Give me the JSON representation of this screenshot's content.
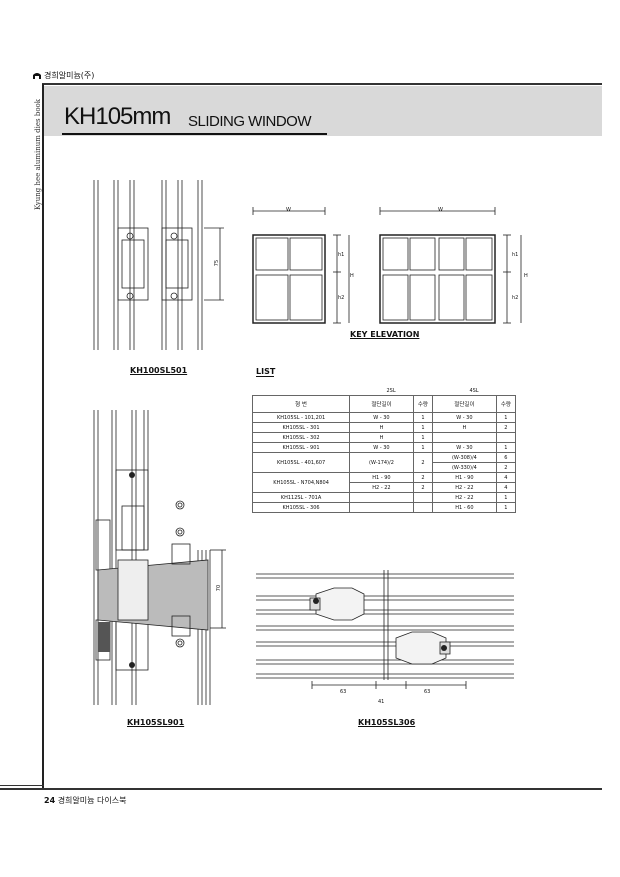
{
  "brand": {
    "name": "경희알미늄(주)"
  },
  "side_text": "Kyung hee aluminum dies book",
  "title": {
    "main": "KH105mm",
    "sub": "SLIDING WINDOW"
  },
  "figures": {
    "kh100sl501": {
      "caption": "KH100SL501",
      "dim": "75"
    },
    "kh105sl901": {
      "caption": "KH105SL901",
      "dim": "70"
    },
    "kh105sl306": {
      "caption": "KH105SL306",
      "dims": [
        "63",
        "41",
        "63"
      ]
    },
    "key_elevation": {
      "caption": "KEY ELEVATION",
      "w": "W",
      "h": "H",
      "h1": "h1",
      "h2": "h2"
    }
  },
  "list": {
    "title": "LIST",
    "groups": [
      "2SL",
      "4SL"
    ],
    "headers": [
      "형 번",
      "절단길이",
      "수량",
      "절단길이",
      "수량"
    ],
    "rows": [
      [
        "KH105SL - 101,201",
        "W - 30",
        "1",
        "W - 30",
        "1"
      ],
      [
        "KH105SL - 301",
        "H",
        "1",
        "H",
        "2"
      ],
      [
        "KH105SL - 302",
        "H",
        "1",
        "",
        ""
      ],
      [
        "KH105SL - 901",
        "W - 30",
        "1",
        "W - 30",
        "1"
      ],
      [
        "KH105SL - 401,607",
        "(W-174)/2",
        "2",
        "(W-308)/4",
        "6"
      ],
      [
        "",
        "",
        "",
        "(W-330)/4",
        "2"
      ],
      [
        "KH105SL - N704,N804",
        "H1 - 90",
        "2",
        "H1 - 90",
        "4"
      ],
      [
        "",
        "H2 - 22",
        "2",
        "H2 - 22",
        "4"
      ],
      [
        "KH112SL - 701A",
        "",
        "",
        "H2 - 22",
        "1"
      ],
      [
        "KH105SL - 306",
        "",
        "",
        "H1 - 60",
        "1"
      ]
    ]
  },
  "footer": {
    "page": "24",
    "text": "경희알미늄 다이스북"
  }
}
